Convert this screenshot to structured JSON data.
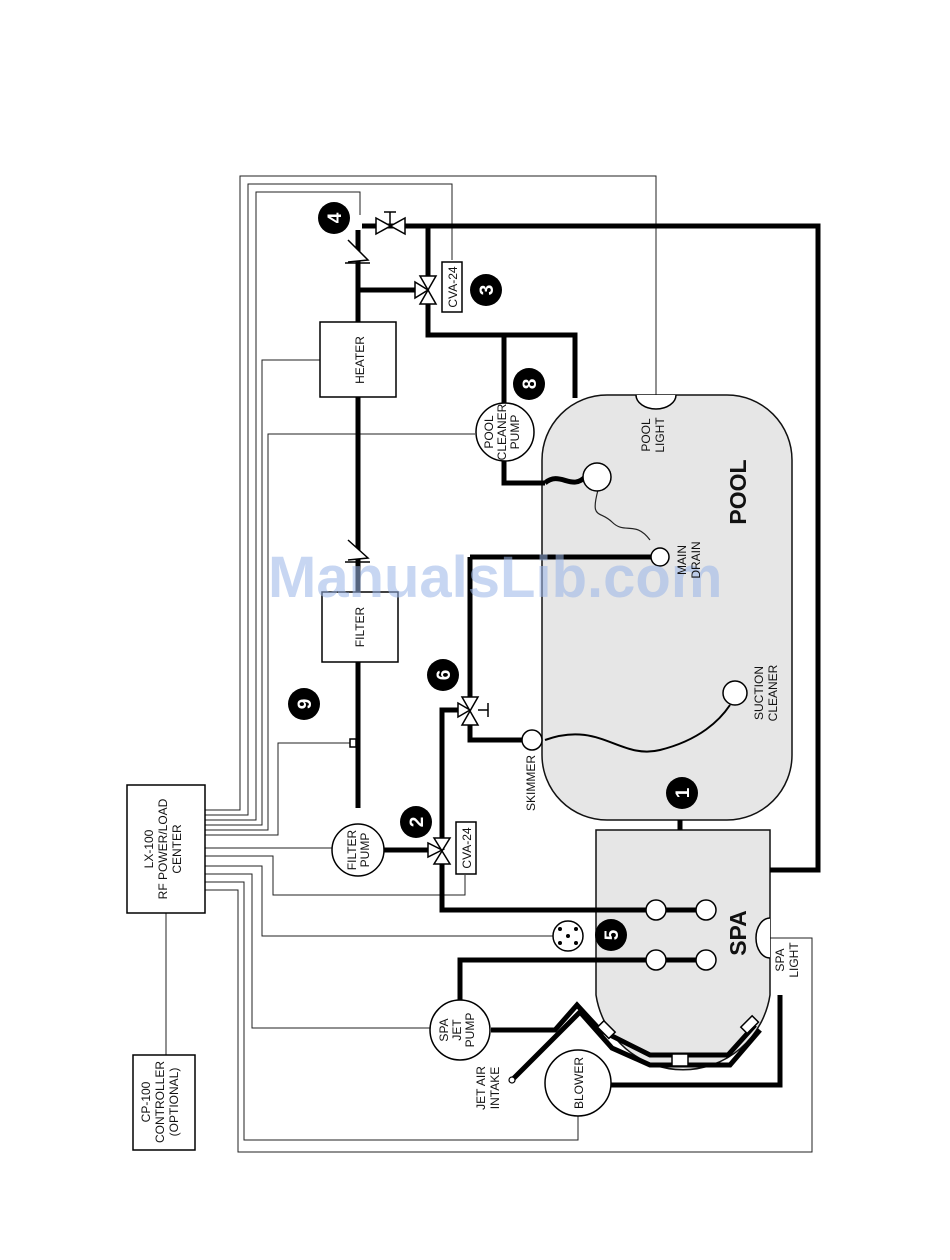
{
  "watermark": "ManualsLib.com",
  "water_bodies": {
    "pool": "POOL",
    "spa": "SPA"
  },
  "components": {
    "heater": "HEATER",
    "filter": "FILTER",
    "filter_pump": [
      "FILTER",
      "PUMP"
    ],
    "pool_cleaner_pump": [
      "POOL",
      "CLEANER",
      "PUMP"
    ],
    "spa_jet_pump": [
      "SPA",
      "JET",
      "PUMP"
    ],
    "blower": "BLOWER",
    "load_center": [
      "LX-100",
      "RF POWER/LOAD",
      "CENTER"
    ],
    "controller": [
      "CP-100",
      "CONTROLLER",
      "(OPTIONAL)"
    ],
    "cva_valve_top": "CVA-24",
    "cva_valve_bottom": "CVA-24"
  },
  "labels": {
    "pool_light": [
      "POOL",
      "LIGHT"
    ],
    "spa_light": [
      "SPA",
      "LIGHT"
    ],
    "main_drain": [
      "MAIN",
      "DRAIN"
    ],
    "suction_cleaner": [
      "SUCTION",
      "CLEANER"
    ],
    "skimmer": "SKIMMER",
    "jet_air_intake": [
      "JET AIR",
      "INTAKE"
    ]
  },
  "callouts": [
    "1",
    "2",
    "3",
    "4",
    "5",
    "6",
    "8",
    "9"
  ],
  "colors": {
    "pipe": "#000000",
    "water": "#e6e6e6",
    "callout": "#000000",
    "watermark": "#9bb6e8"
  }
}
